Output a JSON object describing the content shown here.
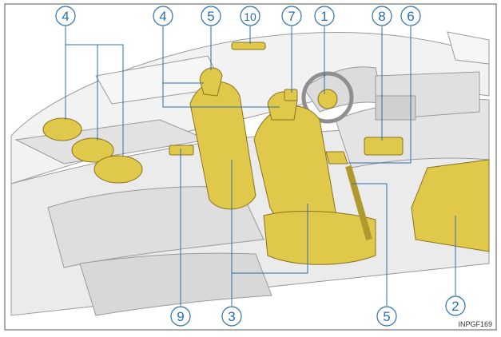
{
  "figure": {
    "id_label": "INPGF169"
  },
  "callouts": [
    {
      "key": "c1",
      "number": "1"
    },
    {
      "key": "c2",
      "number": "2"
    },
    {
      "key": "c3",
      "number": "3"
    },
    {
      "key": "c4a",
      "number": "4"
    },
    {
      "key": "c4b",
      "number": "4"
    },
    {
      "key": "c5a",
      "number": "5"
    },
    {
      "key": "c5b",
      "number": "5"
    },
    {
      "key": "c6",
      "number": "6"
    },
    {
      "key": "c7",
      "number": "7"
    },
    {
      "key": "c8",
      "number": "8"
    },
    {
      "key": "c9",
      "number": "9"
    },
    {
      "key": "c10",
      "number": "10"
    }
  ],
  "colors": {
    "callout": "#2a6fb0",
    "airbag_fill": "#e0c84a",
    "airbag_stroke": "#8a7420",
    "interior_fill": "#e9e9e9",
    "interior_stroke": "#9a9a9a",
    "frame": "#555555"
  }
}
